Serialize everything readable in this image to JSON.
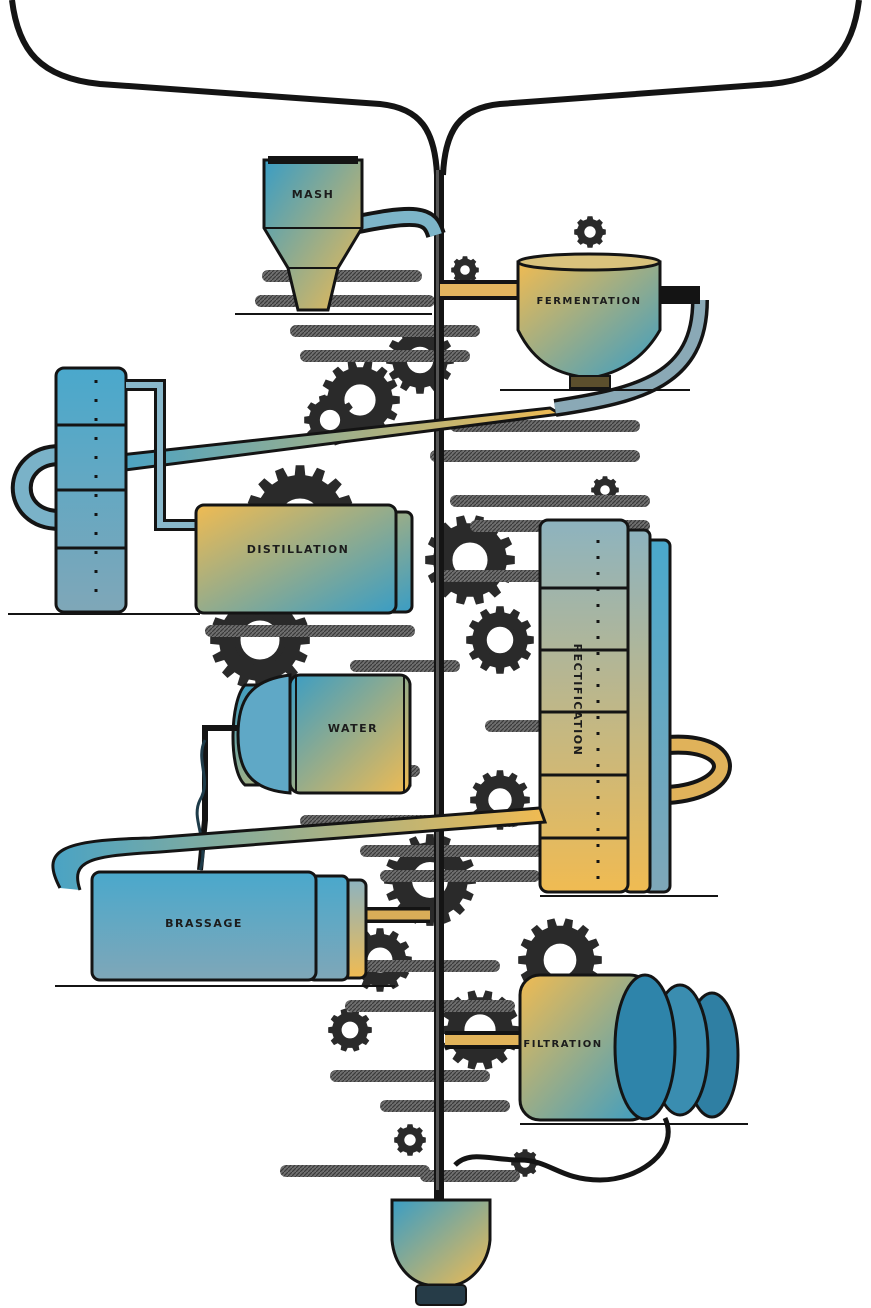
{
  "labels": {
    "mash": "MASH",
    "fermentation": "FERMENTATION",
    "distillation": "DISTILLATION",
    "rectification": "RECTIFICATION",
    "water": "WATER",
    "brassage": "BRASSAGE",
    "filtration": "FILTRATION"
  },
  "colors": {
    "ink": "#141414",
    "blue": "#3a9dc4",
    "gold": "#f0bb52",
    "gear": "#2a2a2a",
    "plate": "#6b6b6b"
  }
}
